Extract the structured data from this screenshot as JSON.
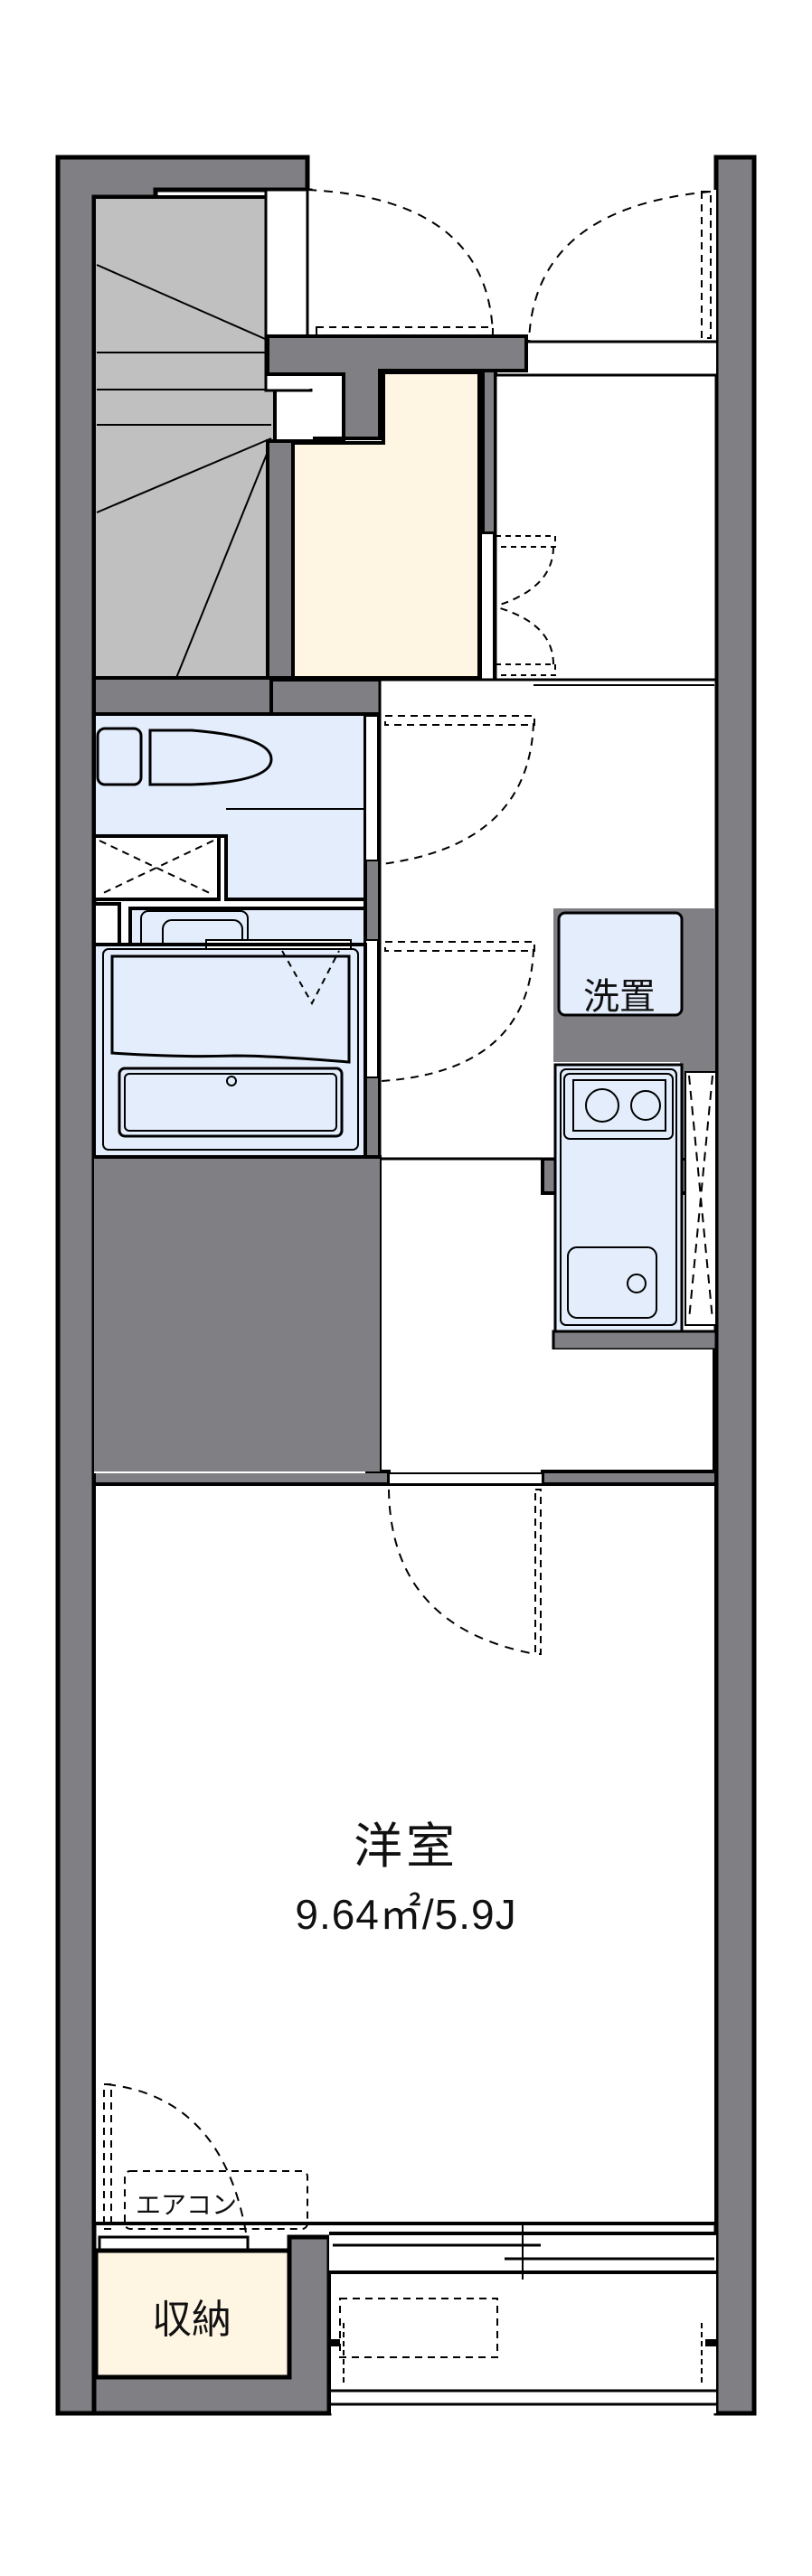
{
  "floor_plan": {
    "rooms": {
      "western_room": {
        "name": "洋室",
        "area": "9.64㎡/5.9J"
      },
      "laundry": {
        "label": "洗置"
      },
      "storage": {
        "label": "収納"
      },
      "air_conditioner": {
        "label": "エアコン"
      }
    },
    "colors": {
      "wall": "#808084",
      "outline": "#000000",
      "stairs": "#c0c0c0",
      "storage_fill": "#fff5e3",
      "wet_area_fill": "#e3edfc",
      "floor": "#ffffff"
    }
  }
}
